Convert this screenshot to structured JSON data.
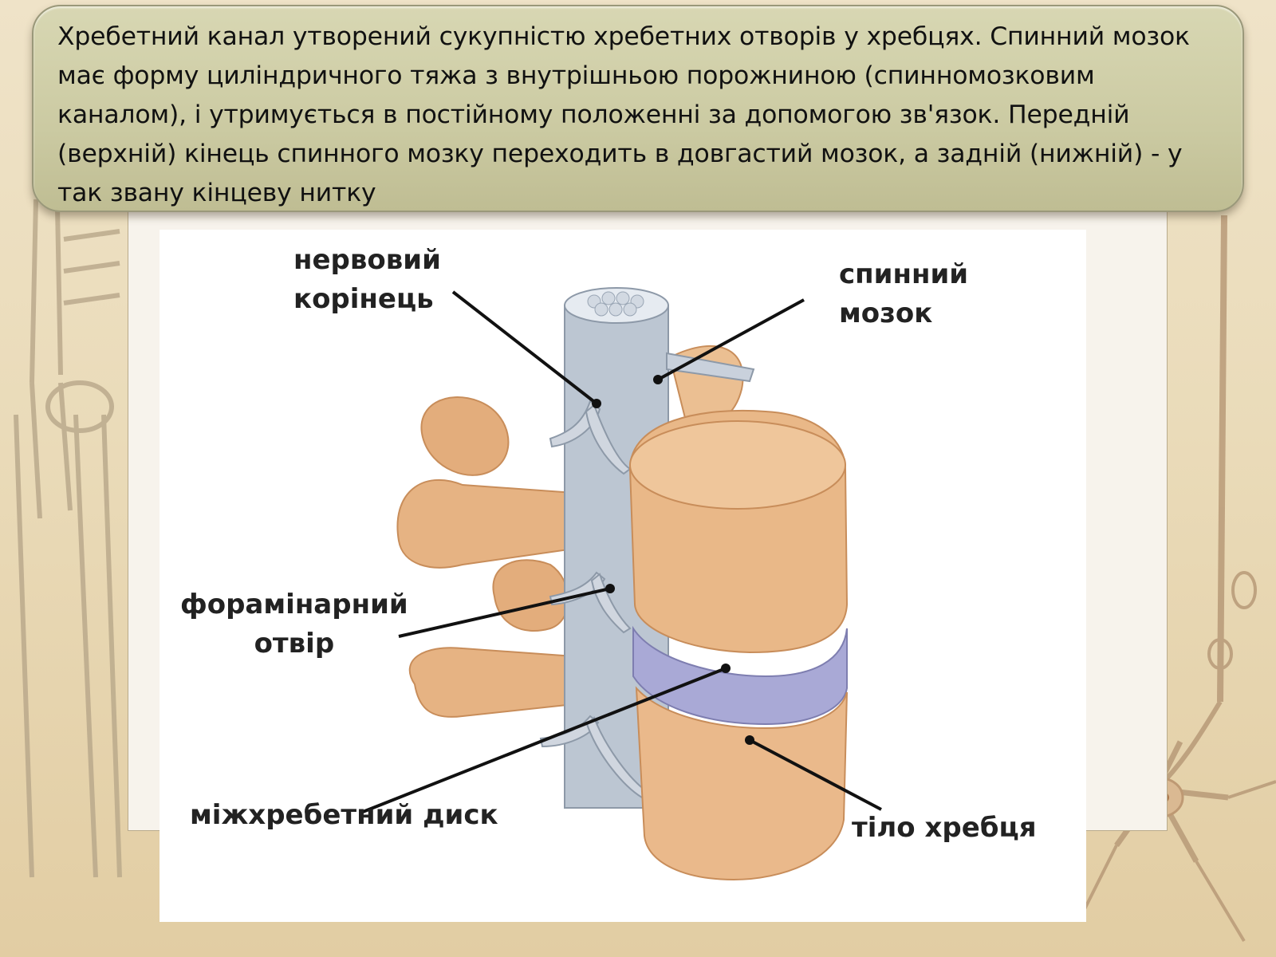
{
  "caption": {
    "text": "Хребетний канал утворений сукупністю хребетних отворів у хребцях. Спинний мозок має форму циліндричного тяжа з внутрішньою порожниною (спинномозковим каналом), і утримується в постійному положенні за допомогою зв'язок. Передній (верхній) кінець спинного мозку переходить в довгастий мозок, а задній (нижній) - у так звану кінцеву нитку"
  },
  "diagram": {
    "labels": {
      "nerve_root": "нервовий\nкорінець",
      "spinal_cord": "спинний\nмозок",
      "foramen": "форамінарний\nотвір",
      "disc": "міжхребетний диск",
      "vertebral_body": "тіло хребця"
    },
    "colors": {
      "bone": "#e8b98a",
      "bone_shadow": "#c98f5c",
      "cord": "#b9c3cf",
      "disc": "#a9a9d4",
      "leader": "#111111"
    }
  }
}
